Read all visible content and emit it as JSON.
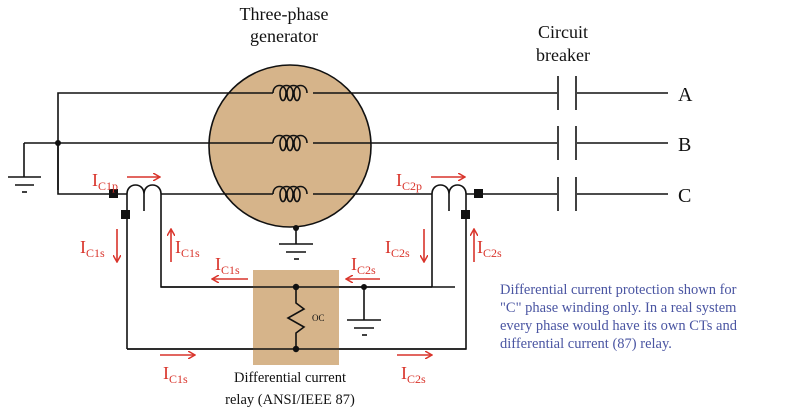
{
  "generator": {
    "title_line1": "Three-phase",
    "title_line2": "generator",
    "fill_color": "#d6b48a"
  },
  "breaker": {
    "title_line1": "Circuit",
    "title_line2": "breaker"
  },
  "phases": [
    "A",
    "B",
    "C"
  ],
  "currents": {
    "c1p": {
      "main": "I",
      "sub": "C1p"
    },
    "c2p": {
      "main": "I",
      "sub": "C2p"
    },
    "c1s": {
      "main": "I",
      "sub": "C1s"
    },
    "c2s": {
      "main": "I",
      "sub": "C2s"
    }
  },
  "relay": {
    "element_label": "OC",
    "caption_line1": "Differential current",
    "caption_line2": "relay (ANSI/IEEE 87)",
    "fill_color": "#d6b48a"
  },
  "note": {
    "lines": [
      "Differential current protection shown for",
      "\"C\" phase winding only.  In a real system",
      "every phase would have its own CTs and",
      "differential current (87) relay."
    ],
    "color": "#4a55a2"
  },
  "colors": {
    "current_arrow": "#d9342b",
    "wire": "#111111"
  }
}
